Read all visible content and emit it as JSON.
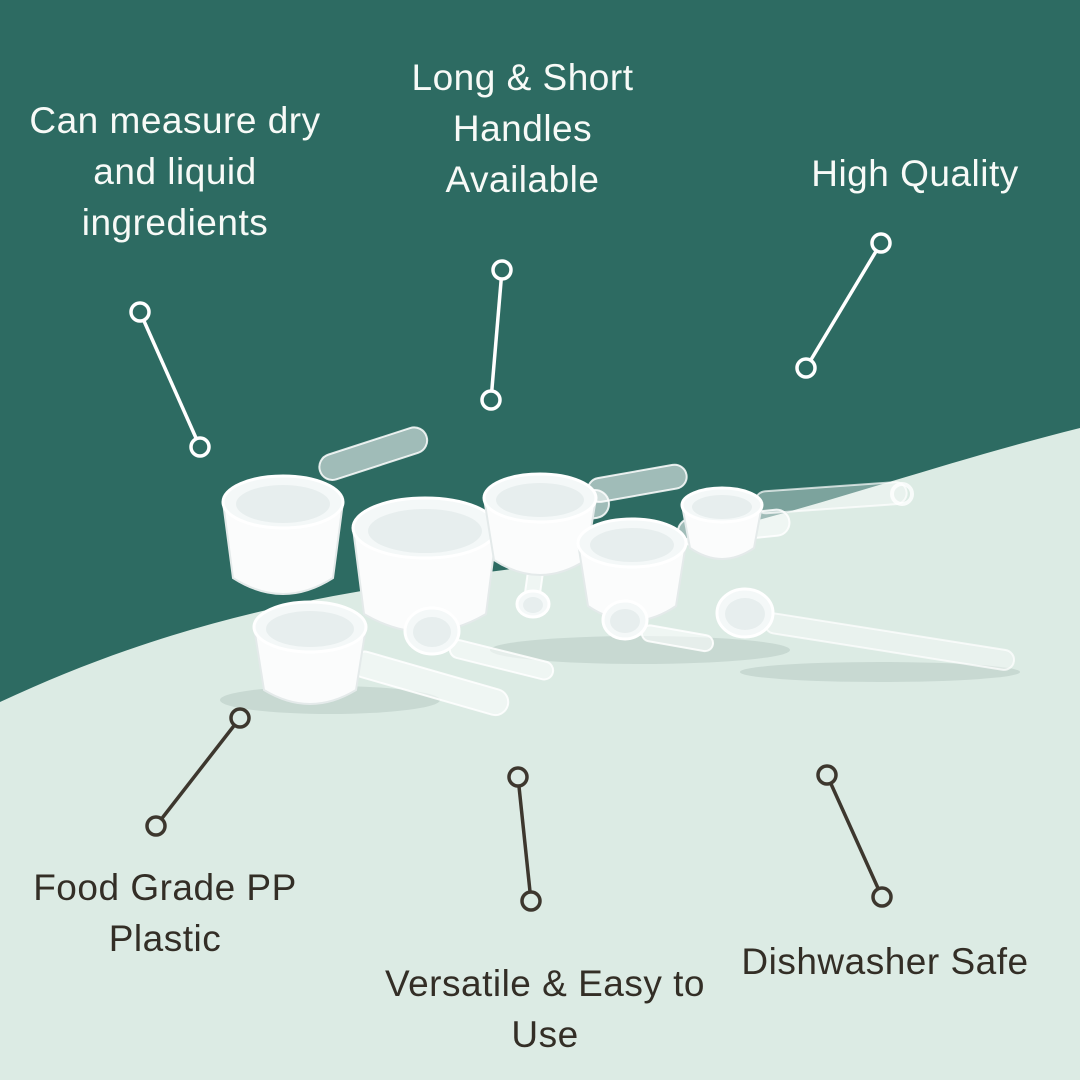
{
  "colors": {
    "teal": "#2d6b62",
    "mint": "#dcebe4",
    "light_text": "#f7faf7",
    "dark_text": "#332e26",
    "line_light": "#ffffff",
    "line_dark": "#3d372e"
  },
  "labels": {
    "top_left": "Can measure dry and liquid ingredients",
    "top_center": "Long & Short Handles Available",
    "top_right": "High Quality",
    "bottom_left": "Food Grade PP Plastic",
    "bottom_center": "Versatile & Easy to Use",
    "bottom_right": "Dishwasher Safe"
  }
}
